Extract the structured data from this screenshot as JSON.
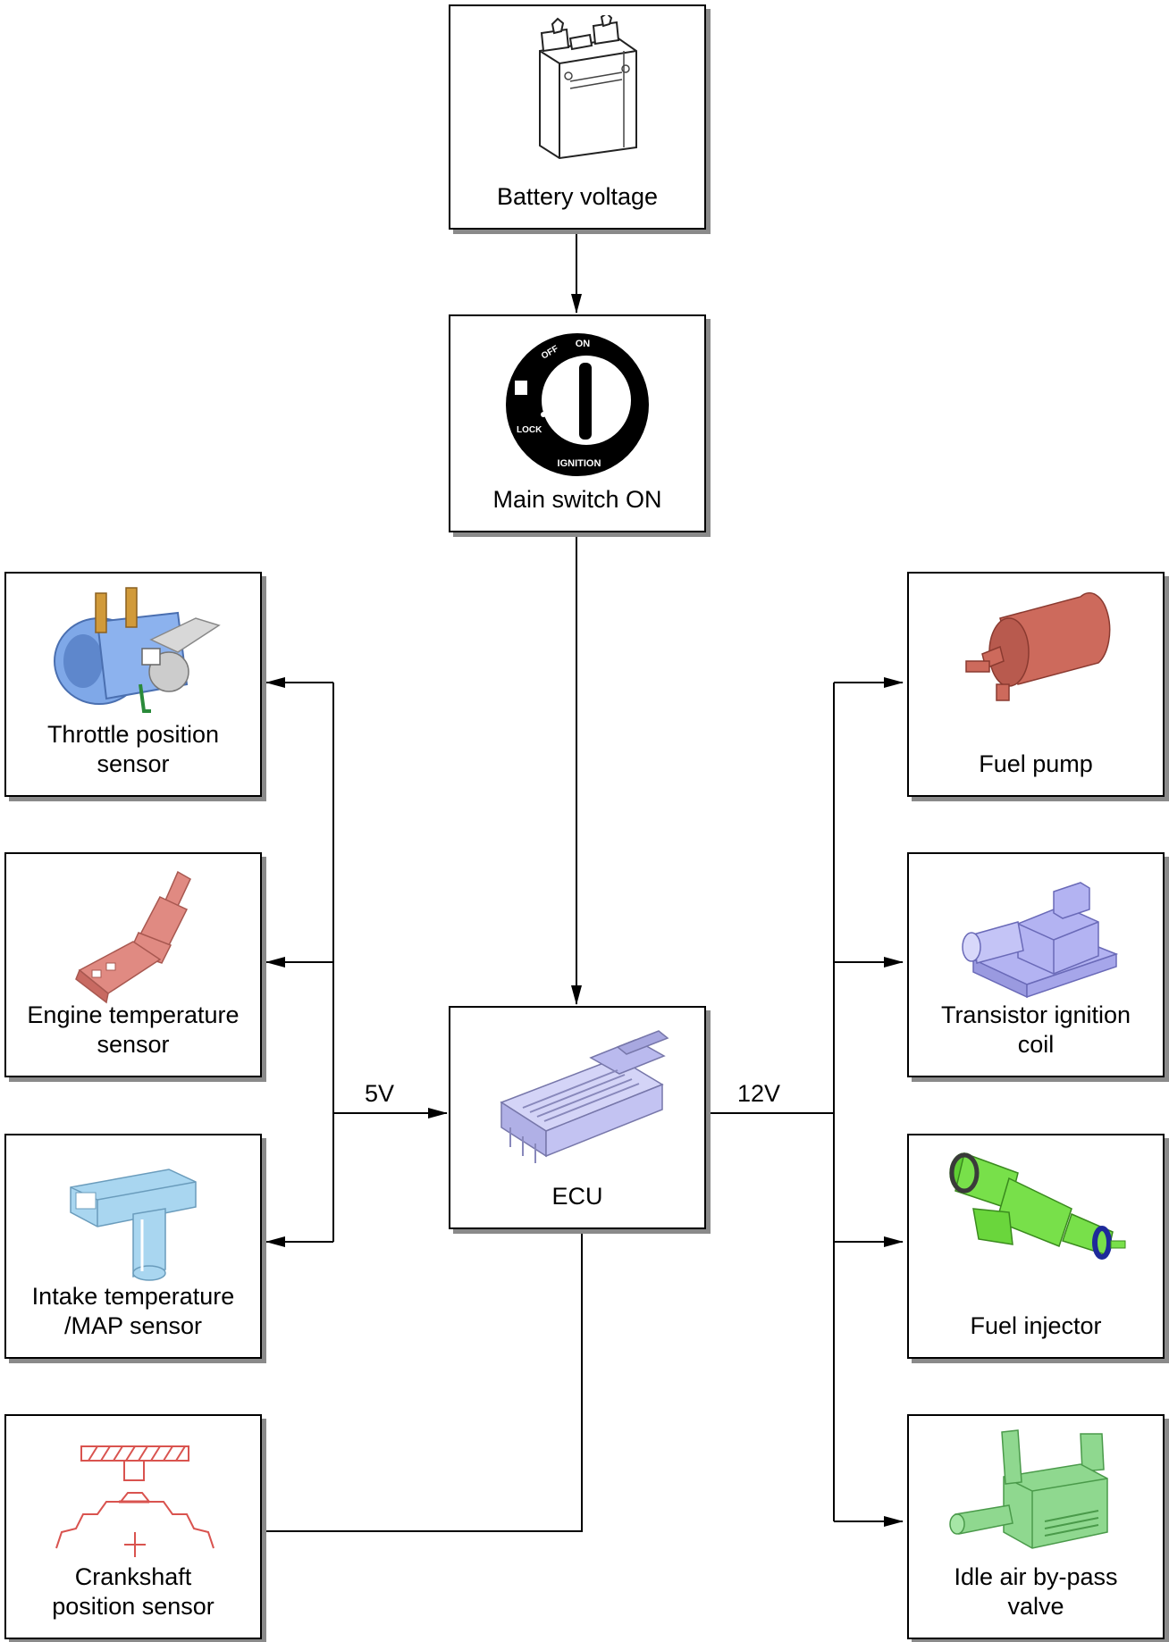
{
  "components": {
    "battery": {
      "label": "Battery voltage",
      "icon": "battery-icon"
    },
    "main_switch": {
      "label": "Main switch ON",
      "icon": "ignition-switch-icon",
      "dial": {
        "on": "ON",
        "off": "OFF",
        "lock": "LOCK",
        "ignition": "IGNITION"
      }
    },
    "ecu": {
      "label": "ECU",
      "icon": "ecu-icon"
    },
    "throttle_sensor": {
      "label": "Throttle position\nsensor",
      "icon": "throttle-body-icon"
    },
    "engine_temp_sensor": {
      "label": "Engine temperature\nsensor",
      "icon": "temperature-sensor-icon"
    },
    "intake_map_sensor": {
      "label": "Intake temperature\n/MAP sensor",
      "icon": "map-sensor-icon"
    },
    "crankshaft_sensor": {
      "label": "Crankshaft\nposition sensor",
      "icon": "crankshaft-sensor-icon"
    },
    "fuel_pump": {
      "label": "Fuel pump",
      "icon": "fuel-pump-icon"
    },
    "ignition_coil": {
      "label": "Transistor ignition\ncoil",
      "icon": "ignition-coil-icon"
    },
    "fuel_injector": {
      "label": "Fuel injector",
      "icon": "fuel-injector-icon"
    },
    "idle_valve": {
      "label": "Idle air by-pass\nvalve",
      "icon": "idle-air-valve-icon"
    }
  },
  "voltages": {
    "sensor_supply": "5V",
    "actuator_supply": "12V"
  },
  "colors": {
    "throttle_body": "#7fa8e8",
    "temperature_sensor": "#e08a82",
    "map_sensor": "#a9d6f0",
    "crankshaft_sensor": "#d9534f",
    "fuel_pump": "#cd6a5c",
    "ignition_coil": "#b3b3f2",
    "fuel_injector": "#78e04a",
    "idle_valve": "#8fd88f",
    "ecu": "#c3c3f2",
    "shadow": "#8a8a8a"
  }
}
